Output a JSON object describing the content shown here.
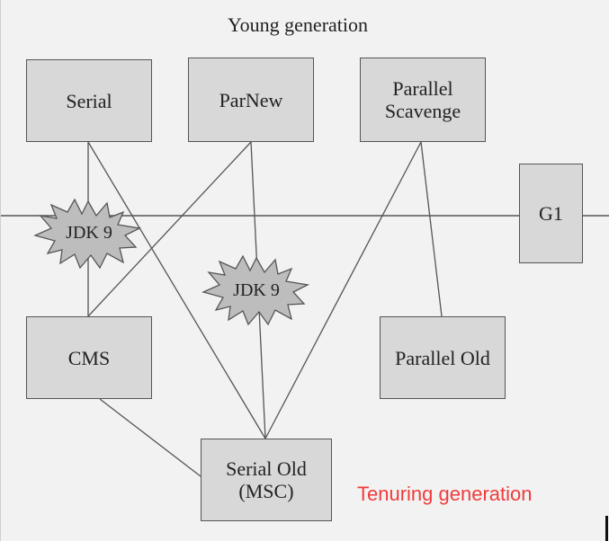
{
  "diagram": {
    "title": "Young generation",
    "old_generation_label": "Tenuring generation",
    "collectors": {
      "serial": "Serial",
      "parnew": "ParNew",
      "parallel_scavenge": "Parallel\nScavenge",
      "g1": "G1",
      "cms": "CMS",
      "parallel_old": "Parallel Old",
      "serial_old": "Serial Old\n(MSC)"
    },
    "deprecation_markers": {
      "left": "JDK 9",
      "center": "JDK 9"
    },
    "colors": {
      "background": "#f2f2f2",
      "box_fill": "#d8d8d8",
      "line": "#555555",
      "tenuring_label": "#f03c3c"
    }
  }
}
